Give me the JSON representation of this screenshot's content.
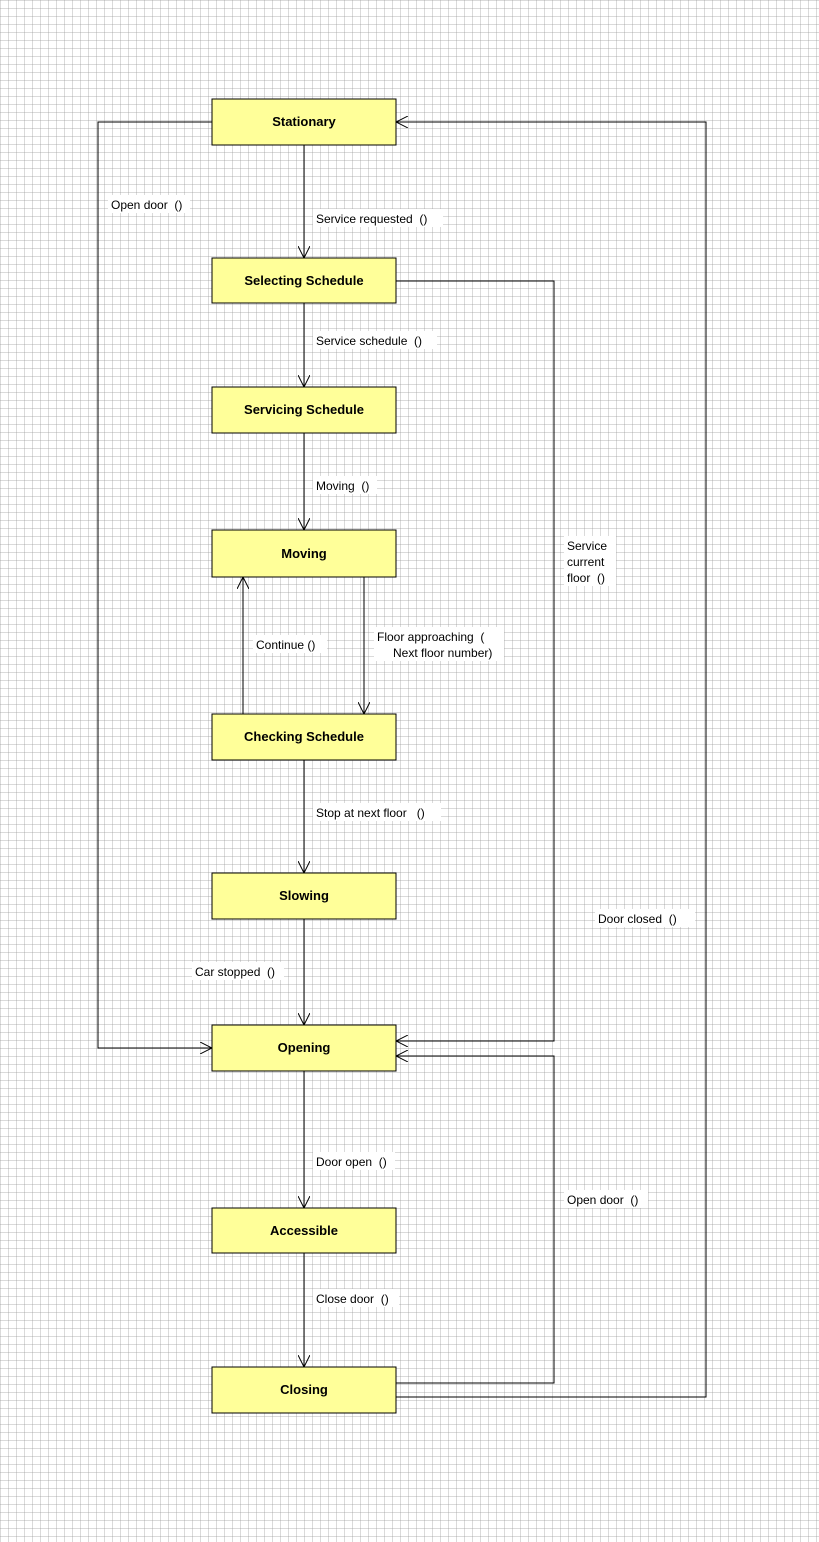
{
  "diagram": {
    "type": "state-machine",
    "colors": {
      "state_fill": "#ffff99",
      "line": "#000000",
      "grid": "#d0d0d0"
    },
    "states": {
      "stationary": "Stationary",
      "selecting_schedule": "Selecting Schedule",
      "servicing_schedule": "Servicing Schedule",
      "moving": "Moving",
      "checking_schedule": "Checking Schedule",
      "slowing": "Slowing",
      "opening": "Opening",
      "accessible": "Accessible",
      "closing": "Closing"
    },
    "transitions": {
      "service_requested": "Service requested  ()",
      "service_schedule": "Service schedule  ()",
      "moving": "Moving  ()",
      "continue": "Continue ()",
      "floor_approaching_1": "Floor approaching  (",
      "floor_approaching_2": "Next floor number)",
      "stop_at_next_floor": "Stop at next floor   ()",
      "car_stopped": "Car stopped  ()",
      "door_open": "Door open  ()",
      "close_door": "Close door  ()",
      "open_door_left": "Open door  ()",
      "service_current_floor_1": "Service",
      "service_current_floor_2": "current",
      "service_current_floor_3": "floor  ()",
      "door_closed": "Door closed  ()",
      "open_door_right": "Open door  ()"
    }
  }
}
